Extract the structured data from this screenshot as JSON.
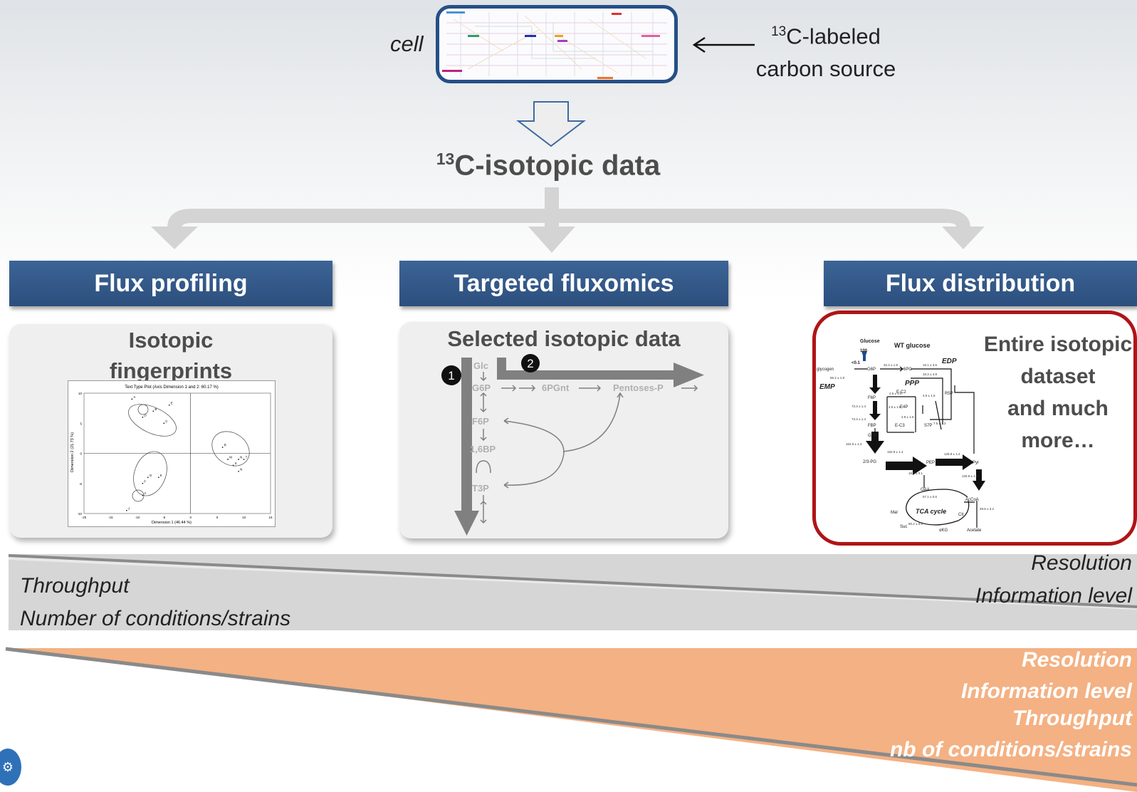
{
  "top": {
    "cell_label": "cell",
    "source_sup": "13",
    "source_line1": "C-labeled",
    "source_line2": "carbon source",
    "isotopic_sup": "13",
    "isotopic_text": "C-isotopic data"
  },
  "columns": [
    {
      "header": "Flux profiling",
      "title1": "Isotopic",
      "title2": "fingerprints"
    },
    {
      "header": "Targeted fluxomics",
      "title1": "Selected isotopic data"
    },
    {
      "header": "Flux distribution",
      "title1": "Entire isotopic",
      "title2": "dataset",
      "title3": "and much",
      "title4": "more…"
    }
  ],
  "scatter": {
    "title": "Text Type Plot (Axis Dimension 1 and 2: 60.17 %)",
    "xlabel": "Dimension 1 (46.44 %)",
    "ylabel": "Dimension 2 (21.73 %)",
    "x_ticks": [
      "-20",
      "-15",
      "-10",
      "-5",
      "0",
      "5",
      "10",
      "15"
    ],
    "y_ticks": [
      "10",
      "5",
      "0",
      "-5",
      "-10"
    ],
    "points": [
      {
        "label": "A",
        "x": -11,
        "y": 9
      },
      {
        "label": "B",
        "x": -7,
        "y": 7
      },
      {
        "label": "D",
        "x": -9,
        "y": 6
      },
      {
        "label": "E",
        "x": -4,
        "y": 8
      },
      {
        "label": "C",
        "x": -5,
        "y": 5
      },
      {
        "label": "G",
        "x": -8,
        "y": -4
      },
      {
        "label": "F",
        "x": -9,
        "y": -5
      },
      {
        "label": "A",
        "x": -9,
        "y": -7
      },
      {
        "label": "J",
        "x": -12,
        "y": -9.5
      },
      {
        "label": "K",
        "x": -6,
        "y": -4
      },
      {
        "label": "R",
        "x": 6,
        "y": 1
      },
      {
        "label": "M",
        "x": 7,
        "y": -1
      },
      {
        "label": "S",
        "x": 8,
        "y": -2
      },
      {
        "label": "N",
        "x": 9,
        "y": -1
      },
      {
        "label": "T",
        "x": 10,
        "y": -1
      },
      {
        "label": "N",
        "x": 9,
        "y": -3
      }
    ]
  },
  "targeted": {
    "n1": "1",
    "n2": "2",
    "glc": "Glc",
    "g6p": "G6P",
    "pgnt": "6PGnt",
    "pentoses": "Pentoses-P",
    "f6p": "F6P",
    "bp": "1,6BP",
    "t3p": "T3P"
  },
  "network": {
    "glucose": "Glucose",
    "glucose_val": "100",
    "wt": "WT glucose",
    "glycogen": "glycogen",
    "glycogen_val": "<0.1",
    "g6p": "G6P",
    "pg6": "6PG",
    "edp": "EDP",
    "ppp": "PPP",
    "emp": "EMP",
    "f6p": "F6P",
    "fbp": "FBP",
    "gap": "GAP",
    "ec2": "E-C2",
    "e4p": "E4P",
    "ec3": "E-C3",
    "s7p": "S7P",
    "r5p": "R5P",
    "pg23": "2/3-PG",
    "pep": "PEP",
    "pyr": "Pyr",
    "oaa": "OAA",
    "accoa": "AcCoA",
    "tca": "TCA cycle",
    "mal": "Mal",
    "cit": "Cit",
    "suc": "Suc",
    "akg": "αKG",
    "acetate": "Acetate",
    "v_g6p_6pg": "32.4 ± 1.9",
    "v_6pg": "16.1 ± 3.6",
    "v_edp": "16.3 ± 4.9",
    "v_glyc": "66.2 ± 1.8",
    "v_f6p": "73.3 ± 1.4",
    "v_fbp": "73.3 ± 1.4",
    "v_tk1": "2.5 ± 1.6",
    "v_tk2": "4.5 ± 1.6",
    "v_tk3": "4.5 ± 1.6",
    "v_tk4": "4.9 ± 1.6",
    "v_r5p": "7.5 ± 3.2",
    "v_gap": "162.5 ± 1.4",
    "v_pg": "152.9 ± 1.4",
    "v_pep": "129.9 ± 1.4",
    "v_pyr": "125.9 ± 1.6",
    "v_oaa": "18.3 ± 0.1",
    "v_cit": "57.1 ± 0.6",
    "v_suc": "50.2 ± 0.6",
    "v_ac": "49.8 ± 3.2"
  },
  "bars": {
    "grey_right1": "Resolution",
    "grey_right2": "Information level",
    "grey_left1": "Throughput",
    "grey_left2": "Number of conditions/strains",
    "orange1": "Resolution",
    "orange2": "Information level",
    "orange3": "Throughput",
    "orange4": "nb of conditions/strains"
  },
  "colors": {
    "header_blue": "#2f5485",
    "cell_border": "#254f86",
    "highlight_red": "#b01416",
    "grey_bar": "#d6d6d6",
    "orange_bar": "#f4b183"
  }
}
